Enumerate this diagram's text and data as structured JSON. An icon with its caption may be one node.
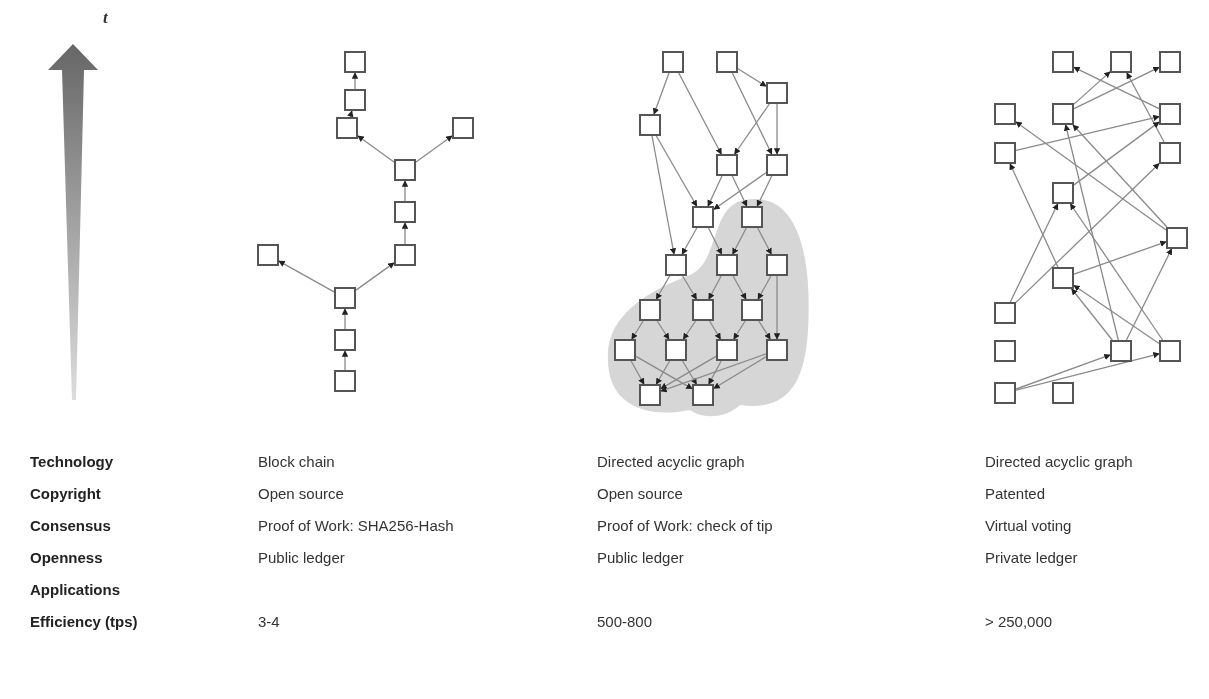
{
  "diagram": {
    "nodes": [
      {
        "text": [],
        "shape": "box"
      },
      {
        "text": [],
        "shape": "box"
      },
      {
        "text": [],
        "shape": "box"
      },
      {
        "text": [],
        "shape": "box"
      },
      {
        "text": [],
        "shape": "box"
      },
      {
        "text": [],
        "shape": "box"
      },
      {
        "text": [],
        "shape": "box"
      },
      {
        "text": [],
        "shape": "box"
      },
      {
        "text": [],
        "shape": "box"
      },
      {
        "text": [],
        "shape": "box"
      },
      {
        "text": [],
        "shape": "box"
      },
      {
        "text": [],
        "shape": "box"
      },
      {
        "text": [],
        "shape": "box"
      },
      {
        "text": [],
        "shape": "box"
      },
      {
        "text": [],
        "shape": "box"
      },
      {
        "text": [],
        "shape": "box"
      },
      {
        "text": [],
        "shape": "box"
      },
      {
        "text": [],
        "shape": "box"
      },
      {
        "text": [],
        "shape": "box"
      },
      {
        "text": [],
        "shape": "box"
      },
      {
        "text": [],
        "shape": "box"
      },
      {
        "text": [],
        "shape": "box"
      },
      {
        "text": [],
        "shape": "box"
      },
      {
        "text": [],
        "shape": "box"
      },
      {
        "text": [],
        "shape": "box"
      },
      {
        "text": [],
        "shape": "box"
      },
      {
        "text": [],
        "shape": "box"
      },
      {
        "text": [],
        "shape": "box"
      },
      {
        "text": [],
        "shape": "box"
      },
      {
        "text": [],
        "shape": "box"
      },
      {
        "text": [],
        "shape": "box"
      },
      {
        "text": [],
        "shape": "box"
      },
      {
        "text": [],
        "shape": "box"
      },
      {
        "text": [],
        "shape": "box"
      },
      {
        "text": [],
        "shape": "box"
      },
      {
        "text": [],
        "shape": "box"
      },
      {
        "text": [],
        "shape": "box"
      },
      {
        "text": [],
        "shape": "box"
      },
      {
        "text": [],
        "shape": "box"
      },
      {
        "text": [],
        "shape": "box"
      },
      {
        "text": [],
        "shape": "box"
      },
      {
        "text": [],
        "shape": "box"
      },
      {
        "text": [],
        "shape": "box"
      },
      {
        "text": [],
        "shape": "box"
      },
      {
        "text": [],
        "shape": "box"
      },
      {
        "text": [],
        "shape": "box"
      },
      {
        "text": [],
        "shape": "box"
      },
      {
        "text": [],
        "shape": "box"
      }
    ],
    "edges": [
      {
        "from": 1,
        "to": 0,
        "arrow": "to"
      },
      {
        "from": 2,
        "to": 1,
        "arrow": "to"
      },
      {
        "from": 4,
        "to": 2,
        "arrow": "to"
      },
      {
        "from": 4,
        "to": 3,
        "arrow": "to"
      },
      {
        "from": 5,
        "to": 4,
        "arrow": "to"
      },
      {
        "from": 6,
        "to": 5,
        "arrow": "to"
      },
      {
        "from": 8,
        "to": 6,
        "arrow": "to"
      },
      {
        "from": 8,
        "to": 7,
        "arrow": "to"
      },
      {
        "from": 9,
        "to": 8,
        "arrow": "to"
      },
      {
        "from": 10,
        "to": 9,
        "arrow": "to"
      },
      {
        "from": 11,
        "to": 14,
        "arrow": "to"
      },
      {
        "from": 11,
        "to": 15,
        "arrow": "to"
      },
      {
        "from": 12,
        "to": 13,
        "arrow": "to"
      },
      {
        "from": 12,
        "to": 16,
        "arrow": "to"
      },
      {
        "from": 13,
        "to": 15,
        "arrow": "to"
      },
      {
        "from": 13,
        "to": 16,
        "arrow": "to"
      },
      {
        "from": 14,
        "to": 17,
        "arrow": "to"
      },
      {
        "from": 14,
        "to": 19,
        "arrow": "to"
      },
      {
        "from": 15,
        "to": 17,
        "arrow": "to"
      },
      {
        "from": 15,
        "to": 18,
        "arrow": "to"
      },
      {
        "from": 16,
        "to": 17,
        "arrow": "to"
      },
      {
        "from": 16,
        "to": 18,
        "arrow": "to"
      },
      {
        "from": 17,
        "to": 19,
        "arrow": "to"
      },
      {
        "from": 17,
        "to": 20,
        "arrow": "to"
      },
      {
        "from": 18,
        "to": 20,
        "arrow": "to"
      },
      {
        "from": 18,
        "to": 21,
        "arrow": "to"
      },
      {
        "from": 19,
        "to": 22,
        "arrow": "to"
      },
      {
        "from": 19,
        "to": 23,
        "arrow": "to"
      },
      {
        "from": 20,
        "to": 23,
        "arrow": "to"
      },
      {
        "from": 20,
        "to": 24,
        "arrow": "to"
      },
      {
        "from": 21,
        "to": 24,
        "arrow": "to"
      },
      {
        "from": 21,
        "to": 28,
        "arrow": "to"
      },
      {
        "from": 22,
        "to": 25,
        "arrow": "to"
      },
      {
        "from": 22,
        "to": 26,
        "arrow": "to"
      },
      {
        "from": 23,
        "to": 26,
        "arrow": "to"
      },
      {
        "from": 23,
        "to": 27,
        "arrow": "to"
      },
      {
        "from": 24,
        "to": 27,
        "arrow": "to"
      },
      {
        "from": 24,
        "to": 28,
        "arrow": "to"
      },
      {
        "from": 25,
        "to": 29,
        "arrow": "to"
      },
      {
        "from": 25,
        "to": 30,
        "arrow": "to"
      },
      {
        "from": 26,
        "to": 29,
        "arrow": "to"
      },
      {
        "from": 26,
        "to": 30,
        "arrow": "to"
      },
      {
        "from": 27,
        "to": 29,
        "arrow": "to"
      },
      {
        "from": 27,
        "to": 30,
        "arrow": "to"
      },
      {
        "from": 28,
        "to": 29,
        "arrow": "to"
      },
      {
        "from": 28,
        "to": 30,
        "arrow": "to"
      },
      {
        "from": 36,
        "to": 31,
        "arrow": "to"
      },
      {
        "from": 35,
        "to": 32,
        "arrow": "to"
      },
      {
        "from": 38,
        "to": 32,
        "arrow": "to"
      },
      {
        "from": 35,
        "to": 33,
        "arrow": "to"
      },
      {
        "from": 40,
        "to": 34,
        "arrow": "to"
      },
      {
        "from": 40,
        "to": 35,
        "arrow": "to"
      },
      {
        "from": 44,
        "to": 35,
        "arrow": "to"
      },
      {
        "from": 37,
        "to": 36,
        "arrow": "to"
      },
      {
        "from": 39,
        "to": 36,
        "arrow": "to"
      },
      {
        "from": 41,
        "to": 37,
        "arrow": "to"
      },
      {
        "from": 42,
        "to": 38,
        "arrow": "to"
      },
      {
        "from": 42,
        "to": 39,
        "arrow": "to"
      },
      {
        "from": 45,
        "to": 39,
        "arrow": "to"
      },
      {
        "from": 41,
        "to": 40,
        "arrow": "to"
      },
      {
        "from": 44,
        "to": 40,
        "arrow": "to"
      },
      {
        "from": 44,
        "to": 41,
        "arrow": "to"
      },
      {
        "from": 45,
        "to": 41,
        "arrow": "to"
      },
      {
        "from": 46,
        "to": 44,
        "arrow": "to"
      },
      {
        "from": 46,
        "to": 45,
        "arrow": "to"
      }
    ],
    "labels": [
      "t",
      "Technology",
      "Block chain",
      "Directed acyclic graph",
      "Directed acyclic graph",
      "Copyright",
      "Open source",
      "Open source",
      "Patented",
      "Consensus",
      "Proof of Work: SHA256-Hash",
      "Proof of Work: check of tip",
      "Virtual voting",
      "Openness",
      "Public ledger",
      "Public ledger",
      "Private ledger",
      "Applications",
      "Efficiency (tps)",
      "3-4",
      "500-800",
      "> 250,000"
    ]
  }
}
